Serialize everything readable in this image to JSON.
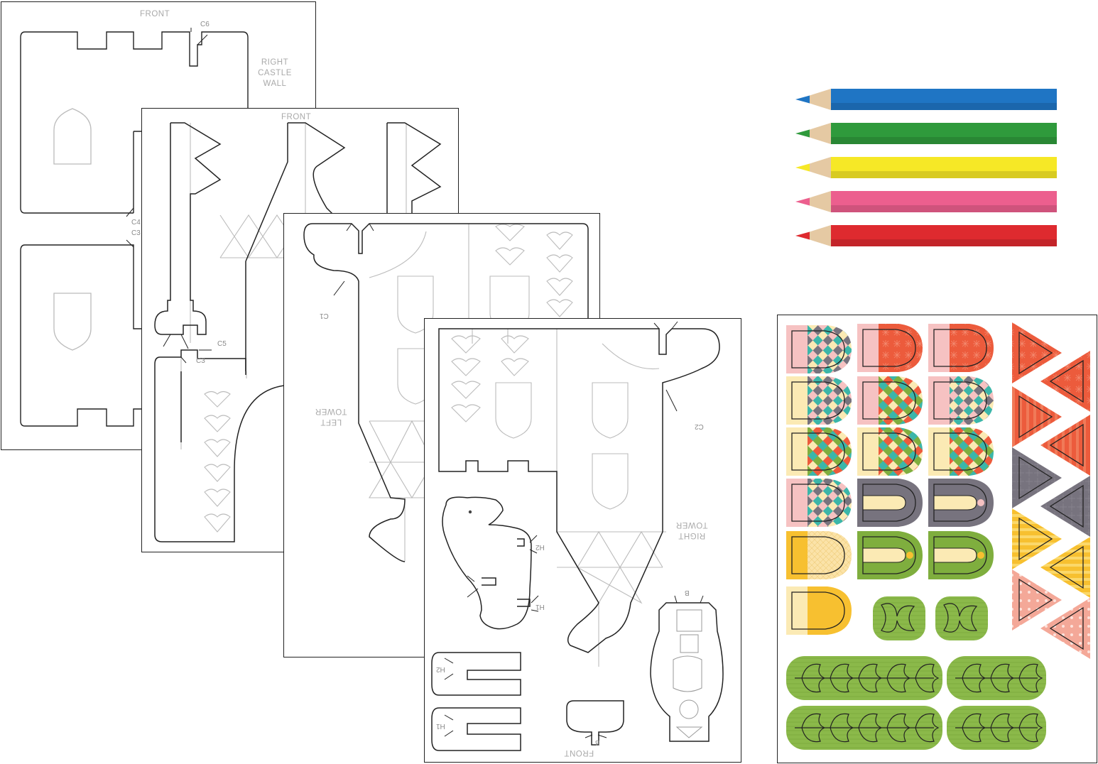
{
  "sheets": {
    "right_wall": {
      "front": "FRONT",
      "c6": "C6",
      "title": "RIGHT\nCASTLE\nWALL",
      "c4": "C4",
      "c3": "C3"
    },
    "front_gate": {
      "front": "FRONT",
      "c5": "C5",
      "c3": "C3"
    },
    "left_tower": {
      "c1": "C1",
      "title": "LEFT\nTOWER"
    },
    "right_tower": {
      "c2": "C2",
      "title": "RIGHT\nTOWER",
      "h2a": "H2",
      "h1a": "H1",
      "h2b": "H2",
      "h1b": "H1",
      "b1": "B",
      "b2": "B",
      "front": "FRONT"
    }
  },
  "pencils": [
    {
      "color": "#1f75c4",
      "name": "blue"
    },
    {
      "color": "#2f9a3c",
      "name": "green"
    },
    {
      "color": "#f6e826",
      "name": "yellow"
    },
    {
      "color": "#ec5f8e",
      "name": "pink"
    },
    {
      "color": "#de2a2f",
      "name": "red"
    }
  ],
  "sticker_colors": {
    "pink": "#f6c2c2",
    "cream": "#fbeab4",
    "gray": "#77737e",
    "teal": "#3bb6a9",
    "green": "#7fae3e",
    "red": "#ec5b3c",
    "yellow": "#f7c030",
    "salmon": "#f4a898",
    "leaf": "#8bb94a"
  }
}
